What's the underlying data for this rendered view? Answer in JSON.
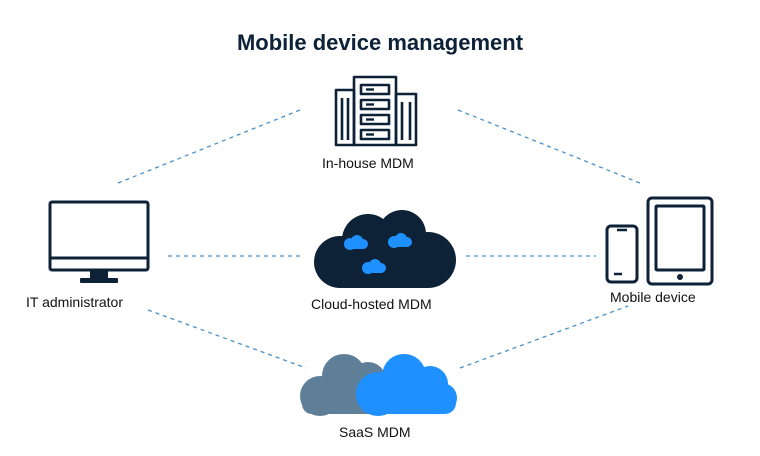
{
  "title": "Mobile device management",
  "nodes": {
    "in_house": {
      "label": "In-house MDM",
      "icon": "server-building-icon"
    },
    "cloud_hosted": {
      "label": "Cloud-hosted MDM",
      "icon": "cloud-icon"
    },
    "saas": {
      "label": "SaaS MDM",
      "icon": "saas-clouds-icon"
    },
    "it_admin": {
      "label": "IT administrator",
      "icon": "monitor-icon"
    },
    "mobile_device": {
      "label": "Mobile device",
      "icon": "phone-and-tablet-icon"
    }
  },
  "colors": {
    "dark": "#0d2137",
    "accent": "#1e90ff",
    "gray_cloud": "#5f7f99",
    "connector": "#4a90c8"
  }
}
